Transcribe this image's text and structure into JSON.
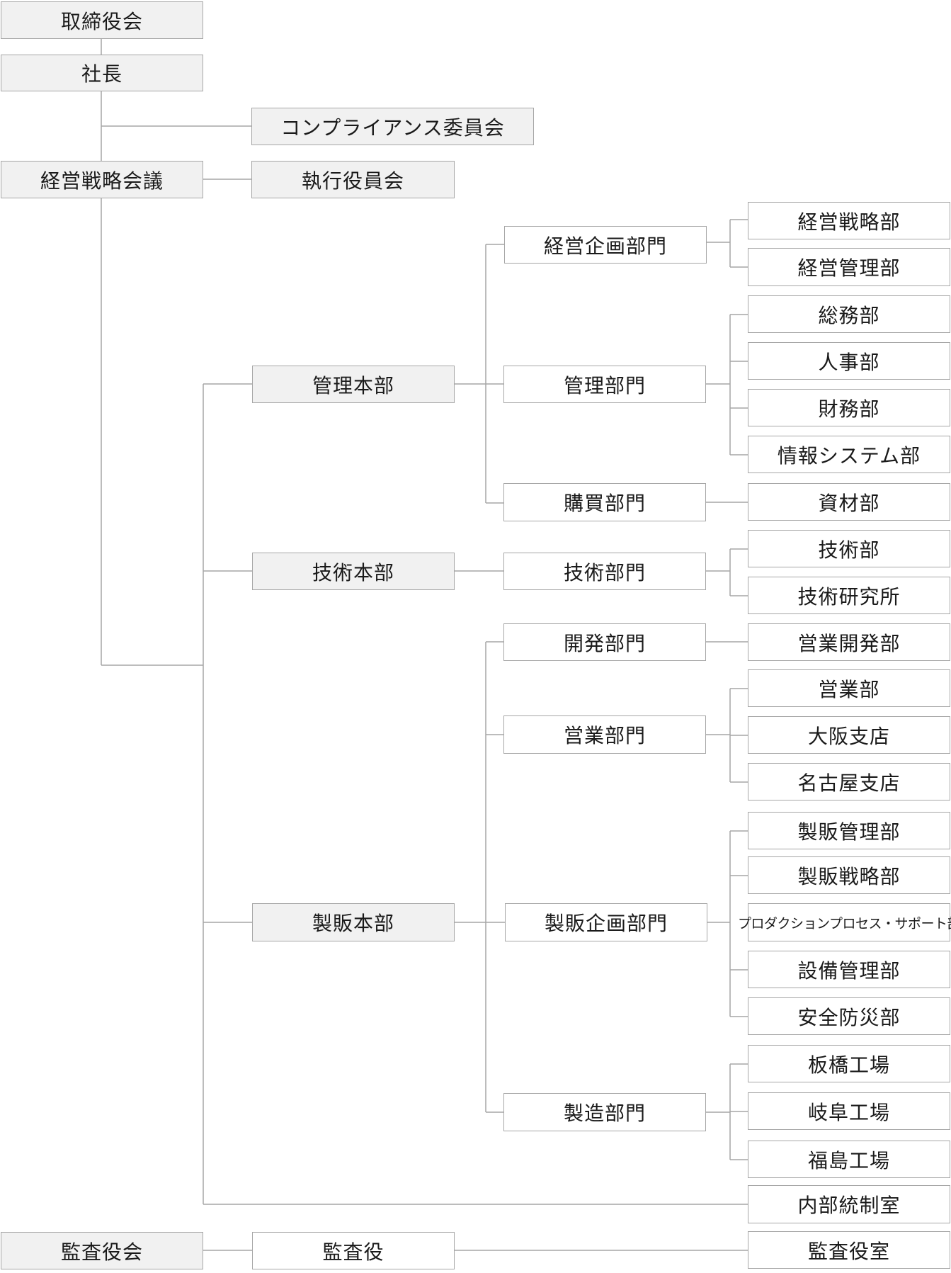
{
  "org": {
    "board": "取締役会",
    "president": "社長",
    "compliance": "コンプライアンス委員会",
    "strategy_meeting": "経営戦略会議",
    "exec_committee": "執行役員会",
    "hq_admin": "管理本部",
    "hq_tech": "技術本部",
    "hq_sales": "製販本部",
    "div_mgmt_planning": "経営企画部門",
    "div_admin": "管理部門",
    "div_purchasing": "購買部門",
    "div_tech": "技術部門",
    "div_development": "開発部門",
    "div_sales": "営業部門",
    "div_sales_planning": "製販企画部門",
    "div_manufacturing": "製造部門",
    "dept_mgmt_strategy": "経営戦略部",
    "dept_mgmt_admin": "経営管理部",
    "dept_general_affairs": "総務部",
    "dept_hr": "人事部",
    "dept_finance": "財務部",
    "dept_it": "情報システム部",
    "dept_materials": "資材部",
    "dept_tech": "技術部",
    "dept_research": "技術研究所",
    "dept_sales_dev": "営業開発部",
    "dept_sales": "営業部",
    "dept_osaka": "大阪支店",
    "dept_nagoya": "名古屋支店",
    "dept_ps_admin": "製販管理部",
    "dept_ps_strategy": "製販戦略部",
    "dept_production_support": "プロダクションプロセス・サポート部",
    "dept_facility": "設備管理部",
    "dept_safety": "安全防災部",
    "dept_itabashi": "板橋工場",
    "dept_gifu": "岐阜工場",
    "dept_fukushima": "福島工場",
    "internal_control": "内部統制室",
    "audit_board": "監査役会",
    "auditor": "監査役",
    "auditor_office": "監査役室"
  }
}
